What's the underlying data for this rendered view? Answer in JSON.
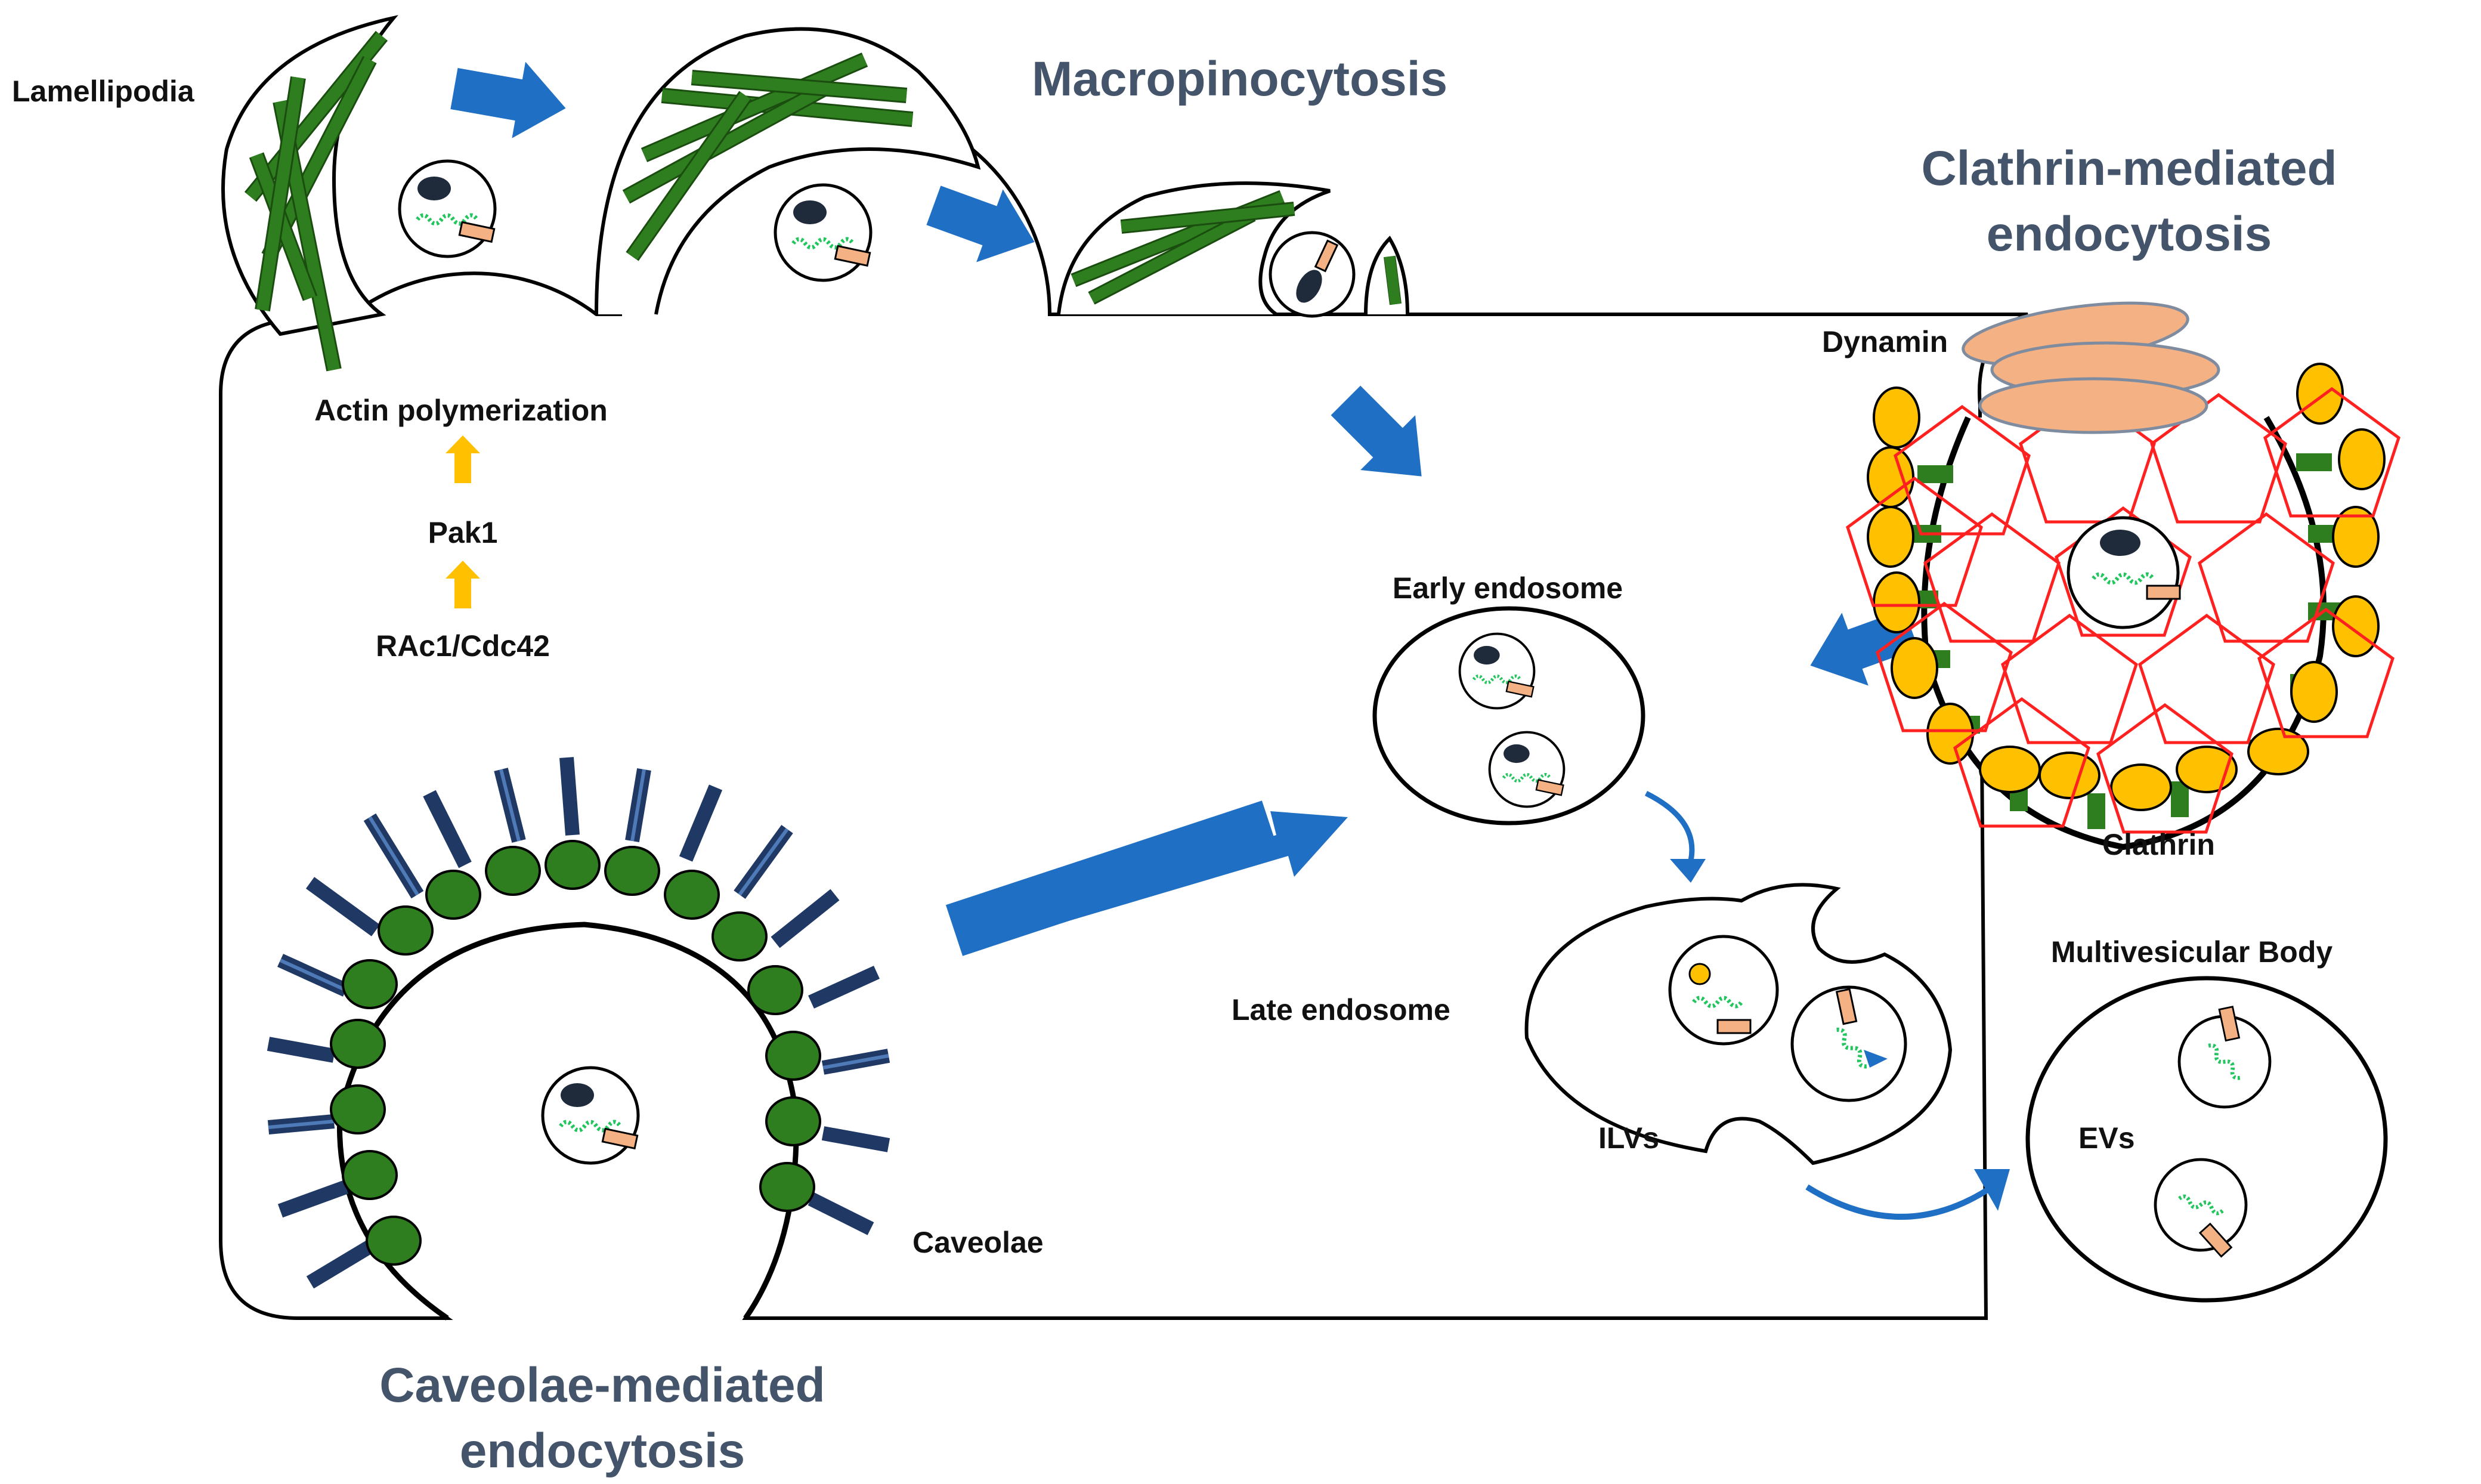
{
  "titles": {
    "macro": "Macropinocytosis",
    "clathrin_1": "Clathrin-mediated",
    "clathrin_2": "endocytosis",
    "caveolae_1": "Caveolae-mediated",
    "caveolae_2": "endocytosis"
  },
  "labels": {
    "lamellipodia": "Lamellipodia",
    "actin": "Actin polymerization",
    "pak1": "Pak1",
    "rac": "RAc1/Cdc42",
    "early": "Early endosome",
    "late": "Late endosome",
    "ilvs": "ILVs",
    "mvb": "Multivesicular Body",
    "evs": "EVs",
    "dynamin": "Dynamin",
    "clathrin": "Clathrin",
    "caveolae": "Caveolae"
  },
  "colors": {
    "title": "#44546a",
    "arrow_blue": "#1f6fc5",
    "arrow_yellow": "#ffc000",
    "actin_green": "#2e7d1f",
    "rna_green": "#22c55e",
    "protein_tan": "#f4b183",
    "nucleus_dark": "#1f2a3a",
    "clathrin_red": "#ff2020",
    "adaptor_orange": "#ffc000",
    "dynamin_salmon": "#f4b183",
    "caveolin_green": "#2e7d1f",
    "cavin_navy": "#1f3864"
  }
}
